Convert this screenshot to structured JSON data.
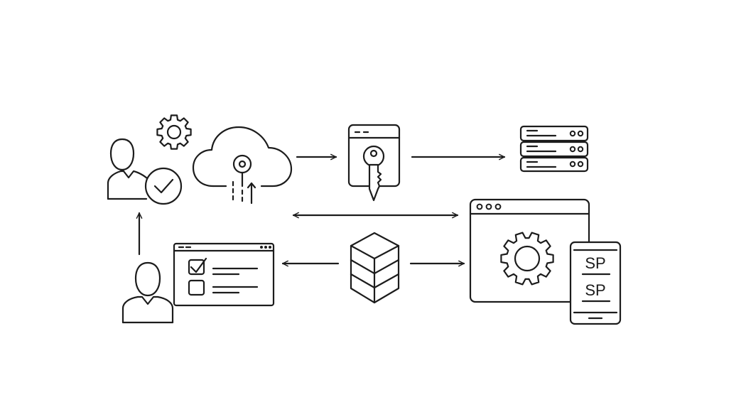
{
  "diagram": {
    "mobile_labels": [
      "SP",
      "SP"
    ],
    "stroke_color": "#1c1c1c",
    "background_color": "#ffffff",
    "nodes": [
      {
        "name": "admin-user",
        "icon": "user-check-icon"
      },
      {
        "name": "settings",
        "icon": "gear-icon"
      },
      {
        "name": "cloud",
        "icon": "cloud-sync-icon"
      },
      {
        "name": "key-vault",
        "icon": "key-window-icon"
      },
      {
        "name": "server-rack",
        "icon": "server-icon"
      },
      {
        "name": "end-user",
        "icon": "user-icon"
      },
      {
        "name": "checklist-window",
        "icon": "checklist-icon"
      },
      {
        "name": "database",
        "icon": "cube-stack-icon"
      },
      {
        "name": "service-provider-window",
        "icon": "gear-window-icon"
      },
      {
        "name": "mobile-device",
        "icon": "mobile-icon"
      }
    ]
  }
}
